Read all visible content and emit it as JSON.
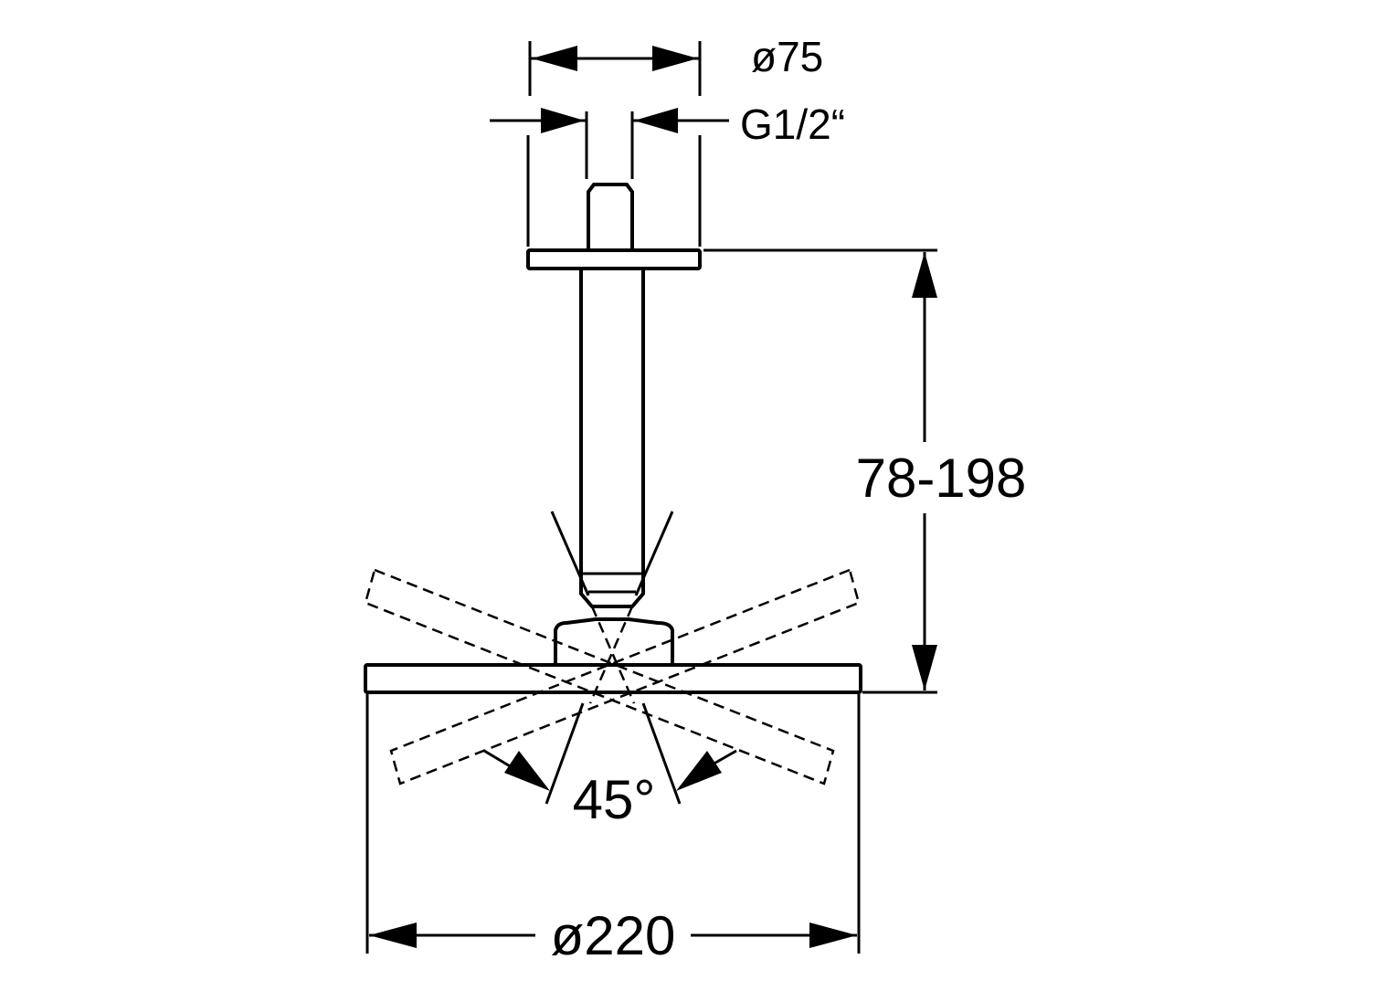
{
  "dimensions": {
    "rosette_diameter": "ø75",
    "thread": "G1/2“",
    "arm_length": "78-198",
    "tilt_angle": "45°",
    "head_diameter": "ø220"
  },
  "colors": {
    "line": "#000000",
    "background": "#ffffff"
  }
}
